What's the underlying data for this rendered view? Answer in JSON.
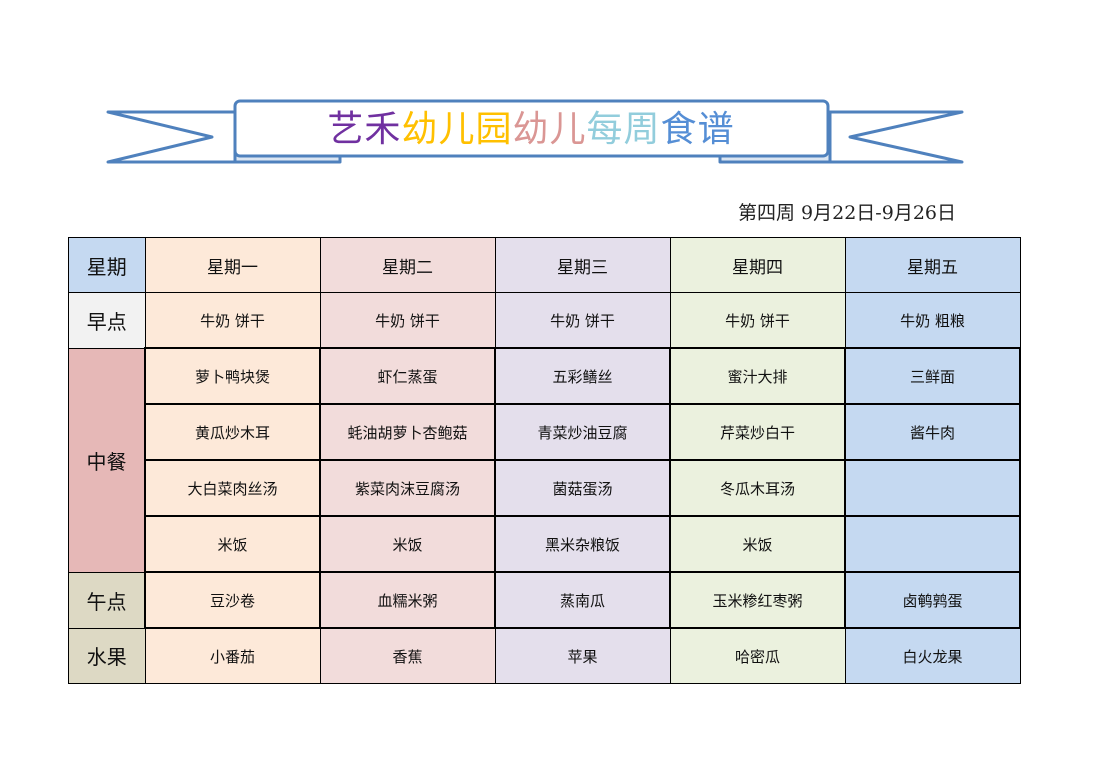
{
  "title": {
    "chars": [
      {
        "t": "艺",
        "color": "#7030a0"
      },
      {
        "t": "禾",
        "color": "#7030a0"
      },
      {
        "t": "幼",
        "color": "#ffc000"
      },
      {
        "t": "儿",
        "color": "#ffc000"
      },
      {
        "t": "园",
        "color": "#ffc000"
      },
      {
        "t": "幼",
        "color": "#da9694"
      },
      {
        "t": "儿",
        "color": "#da9694"
      },
      {
        "t": "每",
        "color": "#92cddc"
      },
      {
        "t": "周",
        "color": "#92cddc"
      },
      {
        "t": "食",
        "color": "#558ed5"
      },
      {
        "t": "谱",
        "color": "#558ed5"
      }
    ]
  },
  "week_label": "第四周 9月22日-9月26日",
  "column_colors": [
    "#fde9d9",
    "#f2dcdb",
    "#e4dfec",
    "#ebf1de",
    "#c5d9f1"
  ],
  "rows": [
    {
      "label": "星期",
      "label_color": "#c5d9f1",
      "group": "header",
      "cells": [
        "星期一",
        "星期二",
        "星期三",
        "星期四",
        "星期五"
      ]
    },
    {
      "label": "早点",
      "label_color": "#f2f2f2",
      "group": "breakfast",
      "cells": [
        "牛奶  饼干",
        "牛奶  饼干",
        "牛奶  饼干",
        "牛奶  饼干",
        "牛奶  粗粮"
      ]
    },
    {
      "label": "中餐",
      "label_color": "#e6b8b7",
      "group": "lunch",
      "rowspan": 4,
      "cells": [
        "萝卜鸭块煲",
        "虾仁蒸蛋",
        "五彩鳝丝",
        "蜜汁大排",
        "三鲜面"
      ]
    },
    {
      "group": "lunch",
      "cells": [
        "黄瓜炒木耳",
        "蚝油胡萝卜杏鲍菇",
        "青菜炒油豆腐",
        "芹菜炒白干",
        "酱牛肉"
      ]
    },
    {
      "group": "lunch",
      "cells": [
        "大白菜肉丝汤",
        "紫菜肉沫豆腐汤",
        "菌菇蛋汤",
        "冬瓜木耳汤",
        ""
      ]
    },
    {
      "group": "lunch",
      "cells": [
        "米饭",
        "米饭",
        "黑米杂粮饭",
        "米饭",
        ""
      ]
    },
    {
      "label": "午点",
      "label_color": "#ddd9c4",
      "group": "snack",
      "cells": [
        "豆沙卷",
        "血糯米粥",
        "蒸南瓜",
        "玉米糁红枣粥",
        "卤鹌鹑蛋"
      ]
    },
    {
      "label": "水果",
      "label_color": "#ddd9c4",
      "group": "fruit",
      "cells": [
        "小番茄",
        "香蕉",
        "苹果",
        "哈密瓜",
        "白火龙果"
      ]
    }
  ]
}
